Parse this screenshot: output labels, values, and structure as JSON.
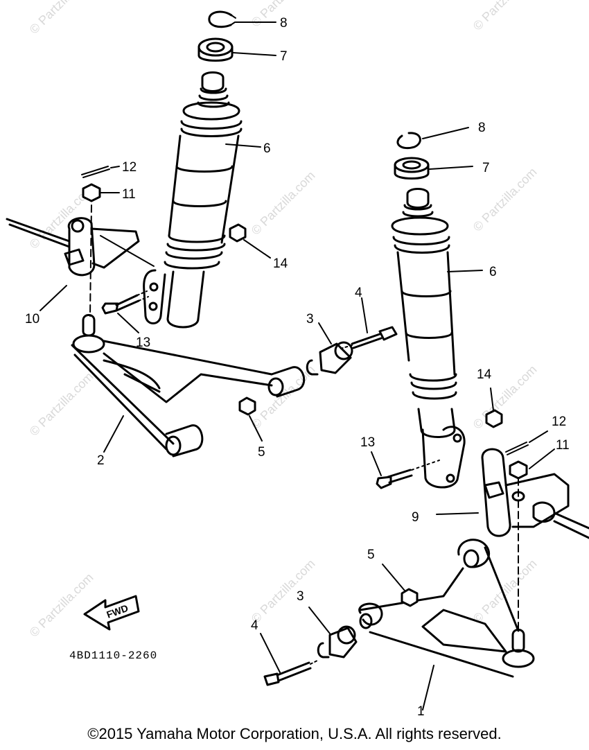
{
  "callouts": [
    {
      "id": "c8a",
      "number": "8"
    },
    {
      "id": "c7a",
      "number": "7"
    },
    {
      "id": "c6a",
      "number": "6"
    },
    {
      "id": "c12a",
      "number": "12"
    },
    {
      "id": "c11a",
      "number": "11"
    },
    {
      "id": "c14a",
      "number": "14"
    },
    {
      "id": "c10",
      "number": "10"
    },
    {
      "id": "c13a",
      "number": "13"
    },
    {
      "id": "c2",
      "number": "2"
    },
    {
      "id": "c5a",
      "number": "5"
    },
    {
      "id": "c3a",
      "number": "3"
    },
    {
      "id": "c4a",
      "number": "4"
    },
    {
      "id": "c8b",
      "number": "8"
    },
    {
      "id": "c7b",
      "number": "7"
    },
    {
      "id": "c6b",
      "number": "6"
    },
    {
      "id": "c14b",
      "number": "14"
    },
    {
      "id": "c12b",
      "number": "12"
    },
    {
      "id": "c11b",
      "number": "11"
    },
    {
      "id": "c13b",
      "number": "13"
    },
    {
      "id": "c9",
      "number": "9"
    },
    {
      "id": "c5b",
      "number": "5"
    },
    {
      "id": "c3b",
      "number": "3"
    },
    {
      "id": "c4b",
      "number": "4"
    },
    {
      "id": "c1",
      "number": "1"
    }
  ],
  "fwd_label": "FWD",
  "diagram_code": "4BD1110-2260",
  "watermark": "© Partzilla.com",
  "copyright": "©2015  Yamaha Motor Corporation, U.S.A. All rights reserved."
}
